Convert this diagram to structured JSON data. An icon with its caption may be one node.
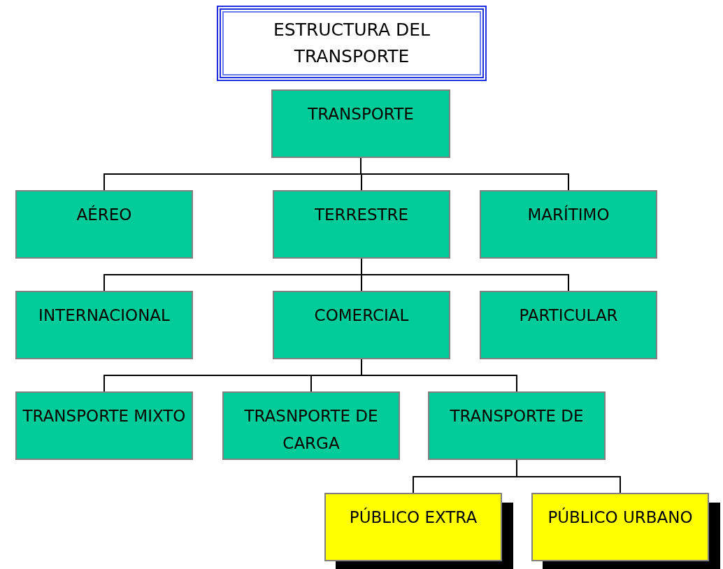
{
  "diagram": {
    "title": "ESTRUCTURA DEL TRANSPORTE",
    "nodes": [
      {
        "text": [
          "TRANSPORTE"
        ]
      },
      {
        "text": [
          "AÉREO"
        ]
      },
      {
        "text": [
          "TERRESTRE"
        ]
      },
      {
        "text": [
          "MARÍTIMO"
        ]
      },
      {
        "text": [
          "INTERNACIONAL"
        ]
      },
      {
        "text": [
          "COMERCIAL"
        ]
      },
      {
        "text": [
          "PARTICULAR"
        ]
      },
      {
        "text": [
          "TRANSPORTE MIXTO"
        ]
      },
      {
        "text": [
          "TRASNPORTE DE CARGA"
        ]
      },
      {
        "text": [
          "TRANSPORTE DE"
        ]
      },
      {
        "text": [
          "PÚBLICO EXTRA"
        ]
      },
      {
        "text": [
          "PÚBLICO URBANO"
        ]
      }
    ],
    "edges": [
      {
        "from": 0,
        "to": 1,
        "arrow": "none"
      },
      {
        "from": 0,
        "to": 2,
        "arrow": "none"
      },
      {
        "from": 0,
        "to": 3,
        "arrow": "none"
      },
      {
        "from": 2,
        "to": 4,
        "arrow": "none"
      },
      {
        "from": 2,
        "to": 5,
        "arrow": "none"
      },
      {
        "from": 2,
        "to": 6,
        "arrow": "none"
      },
      {
        "from": 5,
        "to": 7,
        "arrow": "none"
      },
      {
        "from": 5,
        "to": 8,
        "arrow": "none"
      },
      {
        "from": 5,
        "to": 9,
        "arrow": "none"
      },
      {
        "from": 9,
        "to": 10,
        "arrow": "none"
      },
      {
        "from": 9,
        "to": 11,
        "arrow": "none"
      }
    ]
  }
}
